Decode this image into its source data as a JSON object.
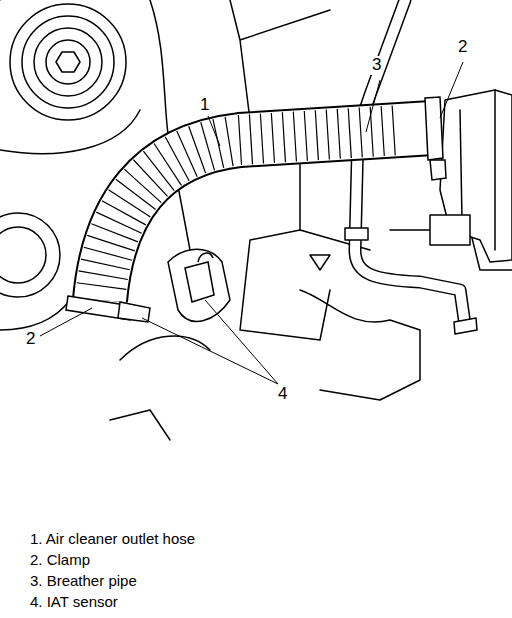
{
  "diagram": {
    "labels": [
      "1",
      "3",
      "2",
      "2",
      "4",
      "1. Air cleaner outlet hose",
      "2. Clamp",
      "3. Breather pipe",
      "4. IAT sensor"
    ]
  }
}
